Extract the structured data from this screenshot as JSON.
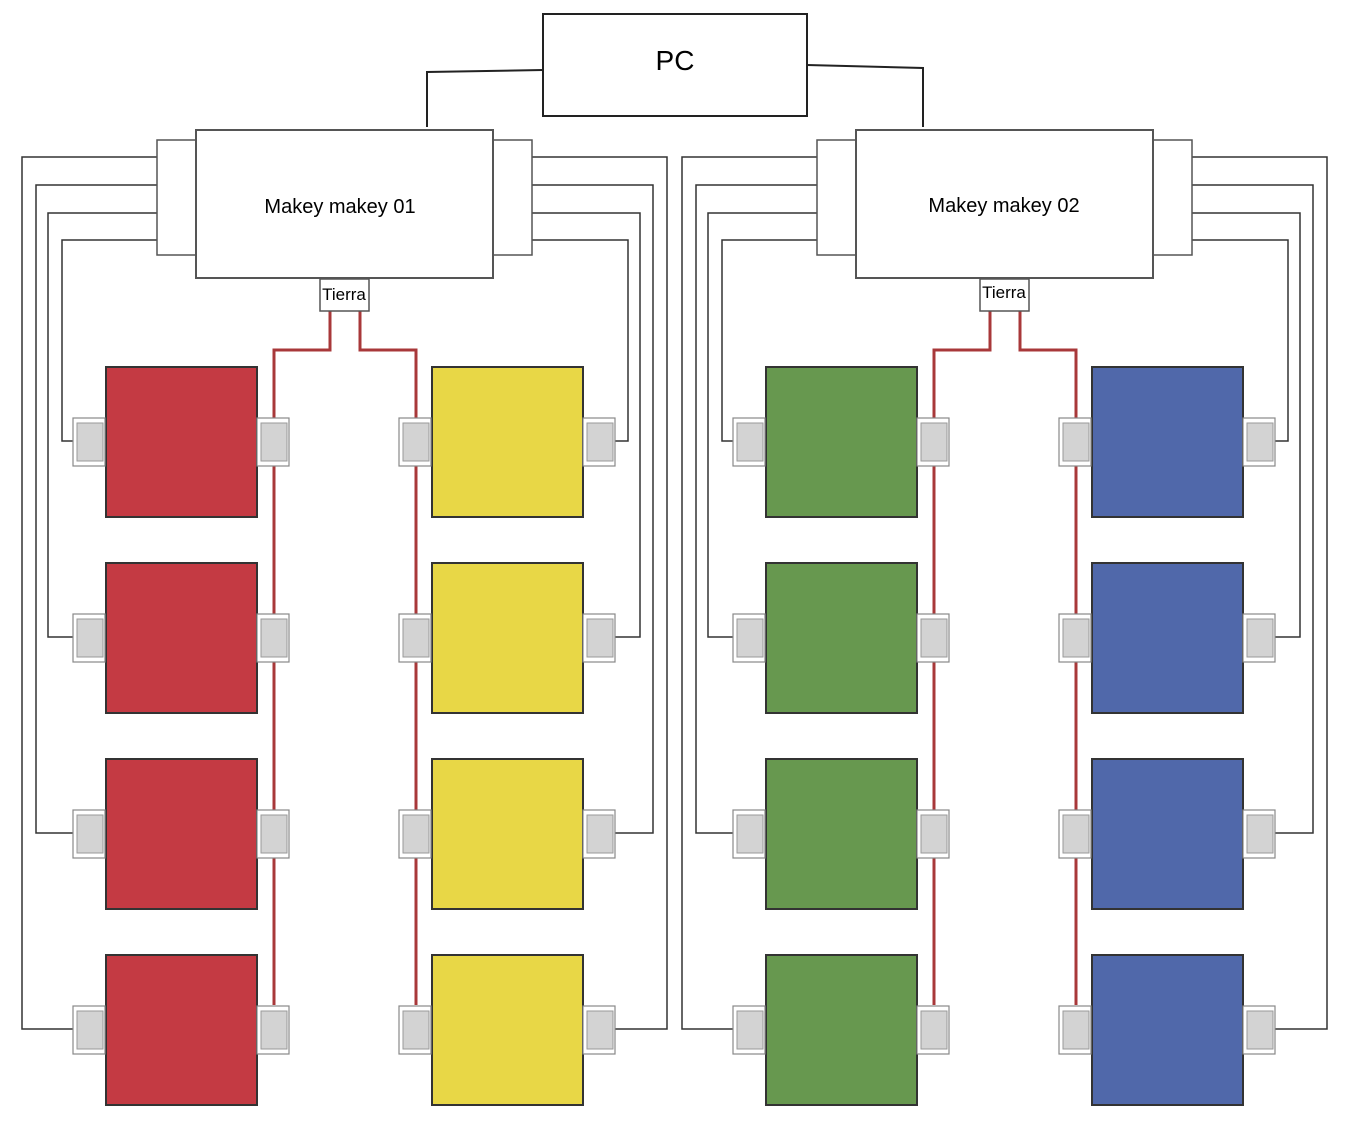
{
  "pc": {
    "label": "PC"
  },
  "boards": [
    {
      "label": "Makey makey 01",
      "ground_label": "Tierra",
      "columns": [
        {
          "color": "#c43a43"
        },
        {
          "color": "#e8d746"
        }
      ]
    },
    {
      "label": "Makey makey 02",
      "ground_label": "Tierra",
      "columns": [
        {
          "color": "#67984f"
        },
        {
          "color": "#5068aa"
        }
      ]
    }
  ],
  "colors": {
    "ground_wire": "#a8383a",
    "signal_wire": "#333333",
    "connector_fill": "#d3d3d3",
    "connector_border": "#888888"
  }
}
